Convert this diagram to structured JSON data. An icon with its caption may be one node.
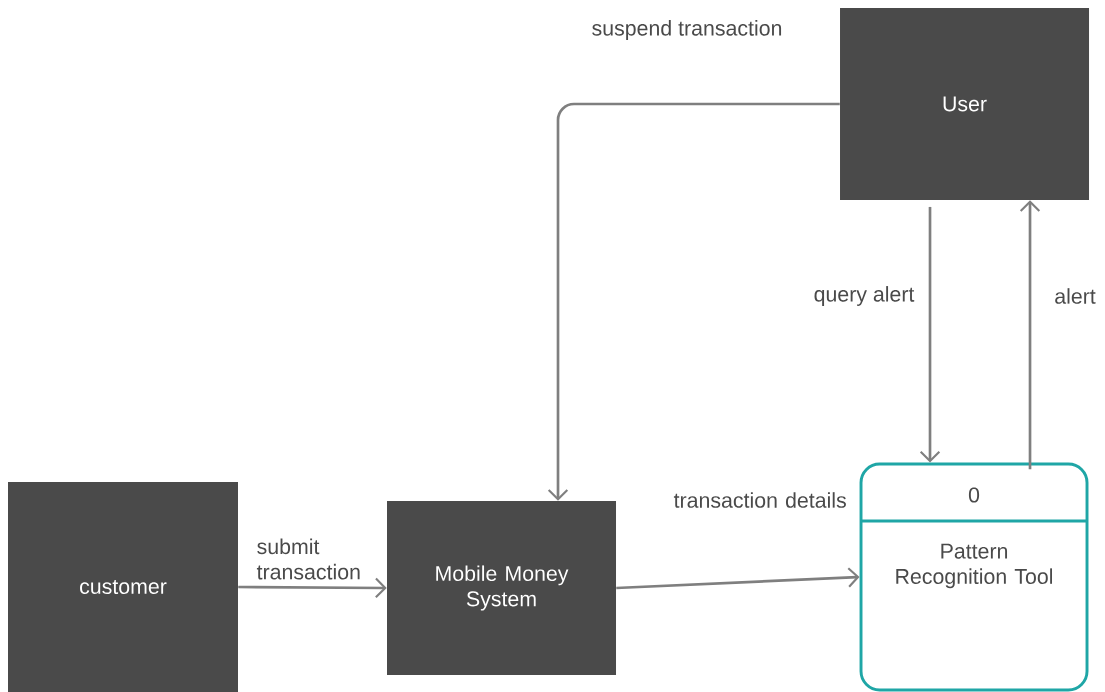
{
  "diagram": {
    "nodes": [
      {
        "text": [
          "User"
        ]
      },
      {
        "text": [
          "customer"
        ]
      },
      {
        "text": [
          "Mobile Money System"
        ]
      },
      {
        "text": [
          "0",
          "Pattern Recognition Tool"
        ]
      }
    ],
    "edges": [
      {
        "from": 0,
        "to": 2,
        "arrow": "to",
        "label": "suspend transaction"
      },
      {
        "from": 1,
        "to": 2,
        "arrow": "to",
        "label": "submit transaction"
      },
      {
        "from": 2,
        "to": 3,
        "arrow": "to",
        "label": "transaction details"
      },
      {
        "from": 0,
        "to": 3,
        "arrow": "to",
        "label": "query alert"
      },
      {
        "from": 3,
        "to": 0,
        "arrow": "to",
        "label": "alert"
      }
    ]
  }
}
